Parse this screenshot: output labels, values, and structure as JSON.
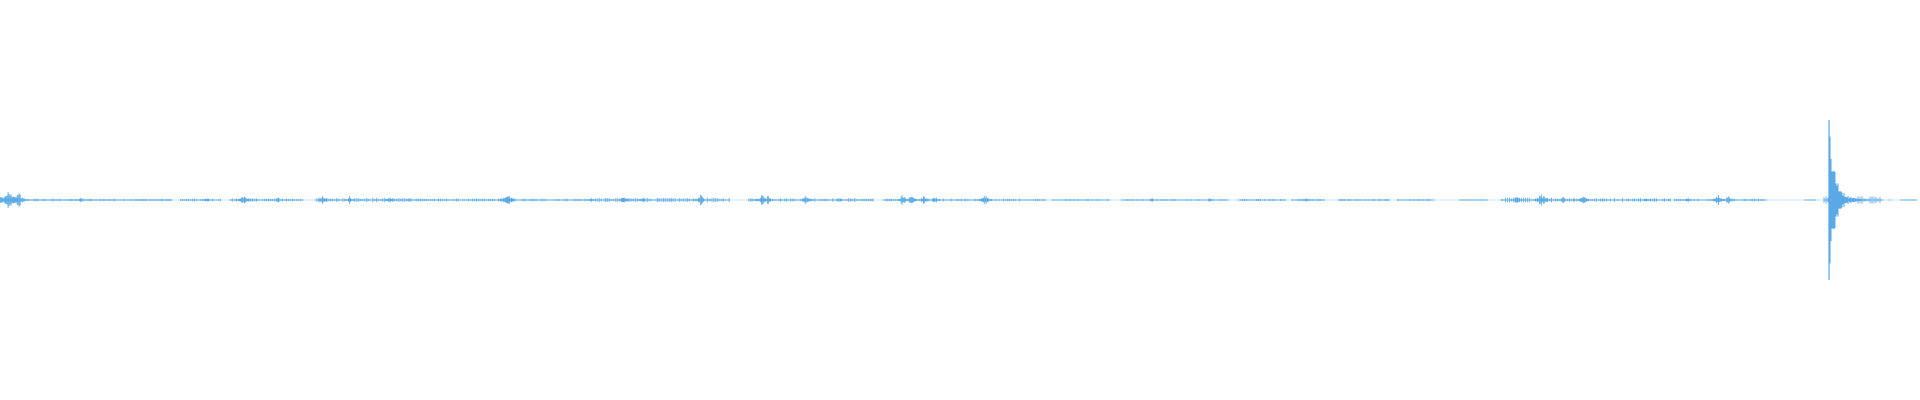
{
  "waveform": {
    "color": "#5aa9e6",
    "background": "#ffffff",
    "track_extent": 0.9984,
    "peak": {
      "position": 0.9526,
      "amplitude": 1.0
    },
    "segments": [
      {
        "start": 0.0,
        "end": 0.09,
        "level": 0.012
      },
      {
        "start": 0.094,
        "end": 0.115,
        "level": 0.01
      },
      {
        "start": 0.12,
        "end": 0.158,
        "level": 0.014
      },
      {
        "start": 0.165,
        "end": 0.22,
        "level": 0.018
      },
      {
        "start": 0.22,
        "end": 0.262,
        "level": 0.012
      },
      {
        "start": 0.262,
        "end": 0.31,
        "level": 0.012
      },
      {
        "start": 0.31,
        "end": 0.38,
        "level": 0.018
      },
      {
        "start": 0.39,
        "end": 0.455,
        "level": 0.016
      },
      {
        "start": 0.46,
        "end": 0.505,
        "level": 0.012
      },
      {
        "start": 0.505,
        "end": 0.545,
        "level": 0.01
      },
      {
        "start": 0.548,
        "end": 0.578,
        "level": 0.008
      },
      {
        "start": 0.584,
        "end": 0.64,
        "level": 0.008
      },
      {
        "start": 0.645,
        "end": 0.67,
        "level": 0.008
      },
      {
        "start": 0.673,
        "end": 0.69,
        "level": 0.01
      },
      {
        "start": 0.697,
        "end": 0.724,
        "level": 0.01
      },
      {
        "start": 0.728,
        "end": 0.747,
        "level": 0.008
      },
      {
        "start": 0.76,
        "end": 0.775,
        "level": 0.006
      },
      {
        "start": 0.782,
        "end": 0.82,
        "level": 0.02
      },
      {
        "start": 0.82,
        "end": 0.87,
        "level": 0.016
      },
      {
        "start": 0.872,
        "end": 0.92,
        "level": 0.012
      },
      {
        "start": 0.94,
        "end": 0.946,
        "level": 0.004
      },
      {
        "start": 0.95,
        "end": 0.98,
        "level": 0.03
      },
      {
        "start": 0.99,
        "end": 0.9984,
        "level": 0.004
      }
    ],
    "bursts": [
      {
        "position": 0.004,
        "amplitude": 0.16
      },
      {
        "position": 0.01,
        "amplitude": 0.1
      },
      {
        "position": 0.042,
        "amplitude": 0.03
      },
      {
        "position": 0.108,
        "amplitude": 0.03
      },
      {
        "position": 0.127,
        "amplitude": 0.07
      },
      {
        "position": 0.145,
        "amplitude": 0.035
      },
      {
        "position": 0.168,
        "amplitude": 0.055
      },
      {
        "position": 0.182,
        "amplitude": 0.05
      },
      {
        "position": 0.203,
        "amplitude": 0.04
      },
      {
        "position": 0.213,
        "amplitude": 0.035
      },
      {
        "position": 0.264,
        "amplitude": 0.09
      },
      {
        "position": 0.308,
        "amplitude": 0.03
      },
      {
        "position": 0.325,
        "amplitude": 0.05
      },
      {
        "position": 0.335,
        "amplitude": 0.035
      },
      {
        "position": 0.365,
        "amplitude": 0.07
      },
      {
        "position": 0.397,
        "amplitude": 0.075
      },
      {
        "position": 0.4,
        "amplitude": 0.06
      },
      {
        "position": 0.42,
        "amplitude": 0.06
      },
      {
        "position": 0.437,
        "amplitude": 0.03
      },
      {
        "position": 0.47,
        "amplitude": 0.07
      },
      {
        "position": 0.475,
        "amplitude": 0.065
      },
      {
        "position": 0.481,
        "amplitude": 0.05
      },
      {
        "position": 0.487,
        "amplitude": 0.045
      },
      {
        "position": 0.513,
        "amplitude": 0.08
      },
      {
        "position": 0.6,
        "amplitude": 0.03
      },
      {
        "position": 0.63,
        "amplitude": 0.03
      },
      {
        "position": 0.68,
        "amplitude": 0.03
      },
      {
        "position": 0.79,
        "amplitude": 0.05
      },
      {
        "position": 0.803,
        "amplitude": 0.09
      },
      {
        "position": 0.814,
        "amplitude": 0.045
      },
      {
        "position": 0.825,
        "amplitude": 0.06
      },
      {
        "position": 0.858,
        "amplitude": 0.04
      },
      {
        "position": 0.879,
        "amplitude": 0.035
      },
      {
        "position": 0.895,
        "amplitude": 0.065
      },
      {
        "position": 0.9,
        "amplitude": 0.055
      }
    ]
  }
}
